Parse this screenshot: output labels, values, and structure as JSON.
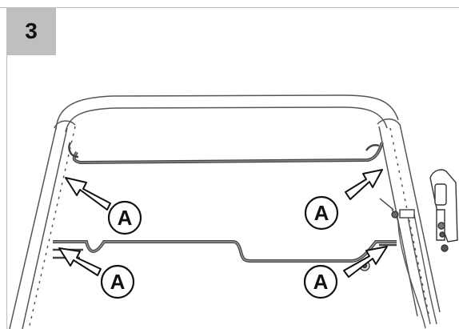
{
  "step": {
    "number": "3"
  },
  "callouts": [
    {
      "id": "upper-left",
      "label": "A"
    },
    {
      "id": "upper-right",
      "label": "A"
    },
    {
      "id": "lower-left",
      "label": "A"
    },
    {
      "id": "lower-right",
      "label": "A"
    }
  ]
}
